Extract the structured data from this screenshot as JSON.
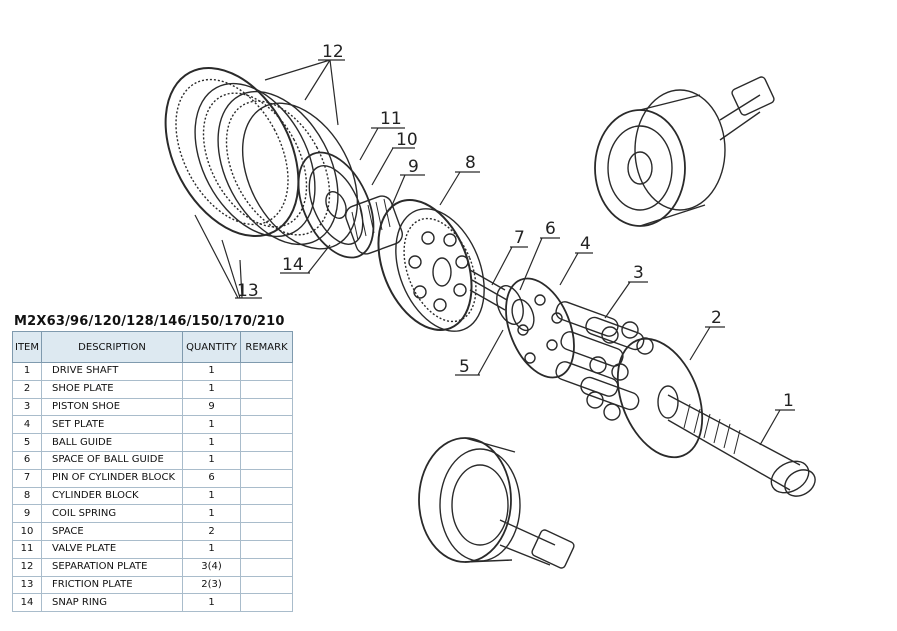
{
  "diagram": {
    "callouts": [
      "12",
      "11",
      "10",
      "9",
      "8",
      "7",
      "6",
      "4",
      "3",
      "2",
      "1",
      "5",
      "13",
      "14"
    ]
  },
  "parts_list": {
    "title": "M2X63/96/120/128/146/150/170/210",
    "headers": [
      "ITEM",
      "DESCRIPTION",
      "QUANTITY",
      "REMARK"
    ],
    "rows": [
      {
        "item": "1",
        "description": "DRIVE SHAFT",
        "quantity": "1",
        "remark": ""
      },
      {
        "item": "2",
        "description": "SHOE PLATE",
        "quantity": "1",
        "remark": ""
      },
      {
        "item": "3",
        "description": "PISTON SHOE",
        "quantity": "9",
        "remark": ""
      },
      {
        "item": "4",
        "description": "SET PLATE",
        "quantity": "1",
        "remark": ""
      },
      {
        "item": "5",
        "description": "BALL GUIDE",
        "quantity": "1",
        "remark": ""
      },
      {
        "item": "6",
        "description": "SPACE OF BALL GUIDE",
        "quantity": "1",
        "remark": ""
      },
      {
        "item": "7",
        "description": "PIN OF CYLINDER BLOCK",
        "quantity": "6",
        "remark": ""
      },
      {
        "item": "8",
        "description": "CYLINDER BLOCK",
        "quantity": "1",
        "remark": ""
      },
      {
        "item": "9",
        "description": "COIL SPRING",
        "quantity": "1",
        "remark": ""
      },
      {
        "item": "10",
        "description": "SPACE",
        "quantity": "2",
        "remark": ""
      },
      {
        "item": "11",
        "description": "VALVE PLATE",
        "quantity": "1",
        "remark": ""
      },
      {
        "item": "12",
        "description": "SEPARATION PLATE",
        "quantity": "3(4)",
        "remark": ""
      },
      {
        "item": "13",
        "description": "FRICTION PLATE",
        "quantity": "2(3)",
        "remark": ""
      },
      {
        "item": "14",
        "description": "SNAP RING",
        "quantity": "1",
        "remark": ""
      }
    ]
  }
}
